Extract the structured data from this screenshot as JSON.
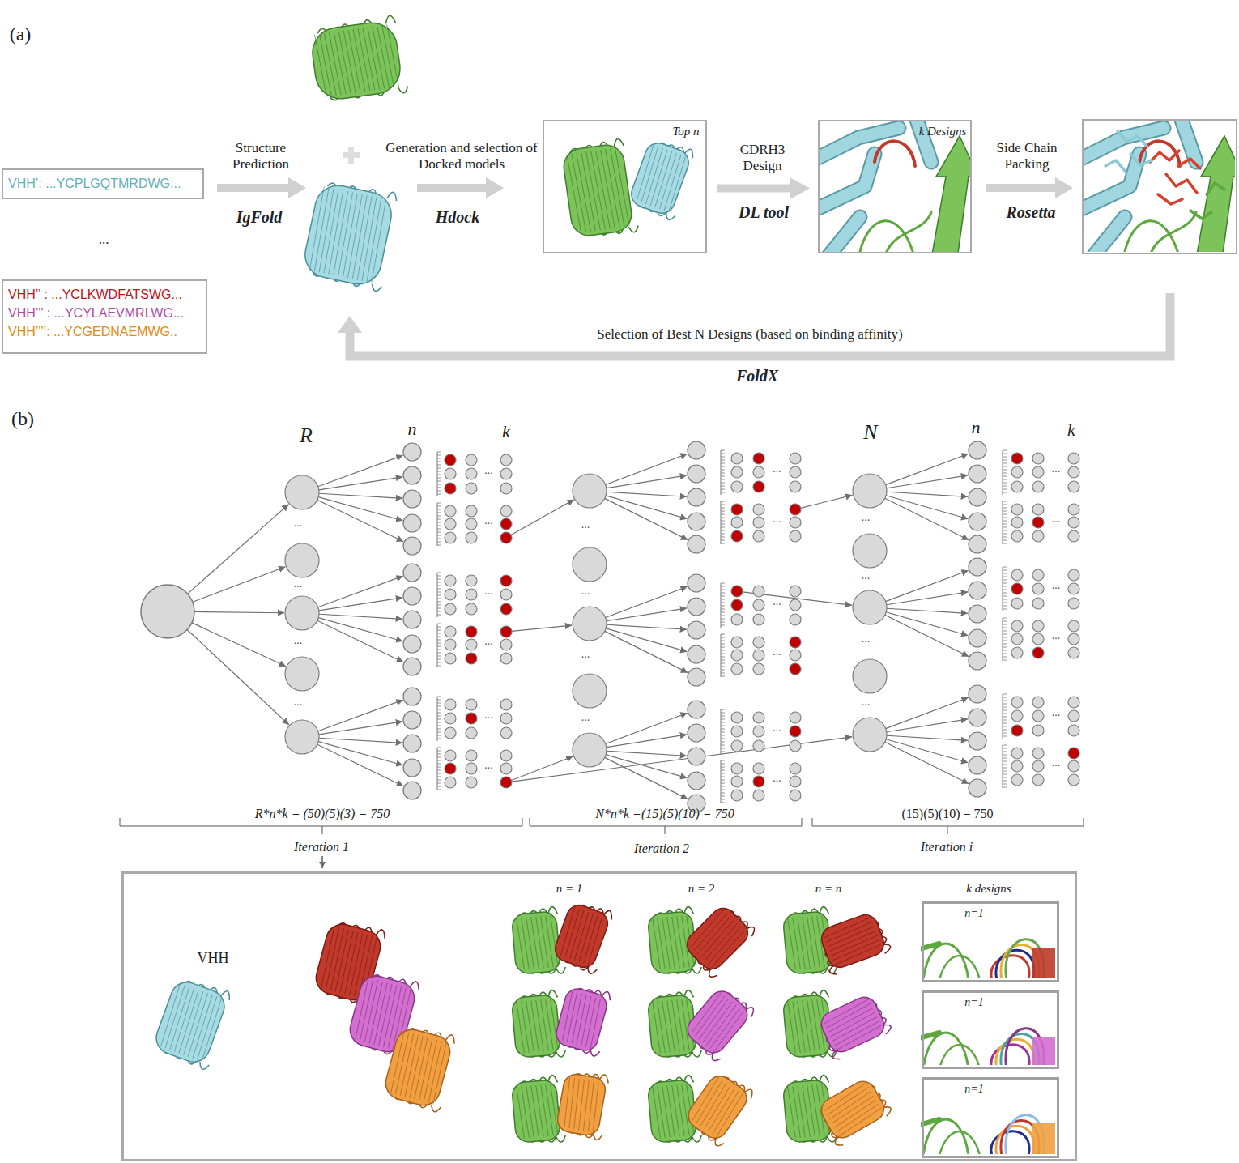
{
  "diagram": {
    "nodes": [
      {
        "text": [
          "VHH’: ...YCPLGQTMRDWG..."
        ]
      },
      {
        "text": [
          "VHH’’ : ...YCLKWDFATSWG...",
          "VHH’’’ : ...YCYLAEVMRLWG...",
          "VHH’’’’: ...YCGEDNAEMWG.."
        ]
      },
      {
        "text": [
          "Top n"
        ]
      },
      {
        "text": [
          "k Designs"
        ]
      },
      {
        "text": [
          "VHH",
          "n = 1",
          "n = 2",
          "n = n",
          "k designs"
        ]
      },
      {
        "text": [
          "n=1"
        ],
        "in": 4
      },
      {
        "text": [
          "n=1"
        ],
        "in": 4
      },
      {
        "text": [
          "n=1"
        ],
        "in": 4
      }
    ],
    "edges": [
      {
        "from": 2,
        "to": 3,
        "arrow": "to",
        "label": "CDRH3 Design"
      }
    ],
    "labels": [
      "(a)",
      "Structure Prediction",
      "IgFold",
      "...",
      "Generation and selection of Docked models",
      "Hdock",
      "DL tool",
      "Side Chain Packing",
      "Rosetta",
      "Selection of Best N Designs (based on binding affinity)",
      "FoldX",
      "(b)",
      "R",
      "n",
      "k",
      "N",
      "n",
      "k",
      "R*n*k = (50)(5)(3) = 750",
      "N*n*k =(15)(5)(10) = 750",
      "(15)(5)(10) = 750",
      "Iteration 1",
      "Iteration 2",
      "Iteration i",
      "...",
      "...",
      "...",
      "...",
      "...",
      "...",
      "...",
      "...",
      "...",
      "...",
      "...",
      "...",
      "...",
      "...",
      "...",
      "...",
      "...",
      "...",
      "...",
      "...",
      "...",
      "...",
      "...",
      "...",
      "...",
      "...",
      "...",
      "...",
      "...",
      "..."
    ]
  }
}
